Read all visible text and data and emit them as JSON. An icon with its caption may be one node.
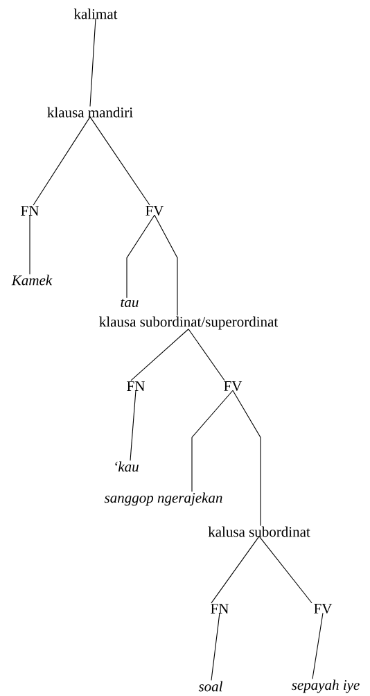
{
  "diagram": {
    "nodes": [
      {
        "text": [
          "kalimat"
        ]
      },
      {
        "text": [
          "klausa mandiri"
        ]
      },
      {
        "text": [
          "FN"
        ]
      },
      {
        "text": [
          "FV"
        ]
      },
      {
        "text": [
          "Kamek"
        ]
      },
      {
        "text": [
          "tau"
        ]
      },
      {
        "text": [
          "klausa subordinat/superordinat"
        ]
      },
      {
        "text": [
          "FN"
        ]
      },
      {
        "text": [
          "FV"
        ]
      },
      {
        "text": [
          "‘kau"
        ]
      },
      {
        "text": [
          "sanggop ngerajekan"
        ]
      },
      {
        "text": [
          "kalusa subordinat"
        ]
      },
      {
        "text": [
          "FN"
        ]
      },
      {
        "text": [
          "FV"
        ]
      },
      {
        "text": [
          "soal"
        ]
      },
      {
        "text": [
          "sepayah iye"
        ]
      }
    ],
    "edges": [
      {
        "from": 0,
        "to": 1,
        "arrow": "none"
      },
      {
        "from": 1,
        "to": 2,
        "arrow": "none"
      },
      {
        "from": 1,
        "to": 3,
        "arrow": "none"
      },
      {
        "from": 2,
        "to": 4,
        "arrow": "none"
      },
      {
        "from": 3,
        "to": 5,
        "arrow": "none"
      },
      {
        "from": 3,
        "to": 6,
        "arrow": "none"
      },
      {
        "from": 6,
        "to": 7,
        "arrow": "none"
      },
      {
        "from": 6,
        "to": 8,
        "arrow": "none"
      },
      {
        "from": 7,
        "to": 9,
        "arrow": "none"
      },
      {
        "from": 8,
        "to": 10,
        "arrow": "none"
      },
      {
        "from": 8,
        "to": 11,
        "arrow": "none"
      },
      {
        "from": 11,
        "to": 12,
        "arrow": "none"
      },
      {
        "from": 11,
        "to": 13,
        "arrow": "none"
      },
      {
        "from": 12,
        "to": 14,
        "arrow": "none"
      },
      {
        "from": 13,
        "to": 15,
        "arrow": "none"
      }
    ]
  }
}
